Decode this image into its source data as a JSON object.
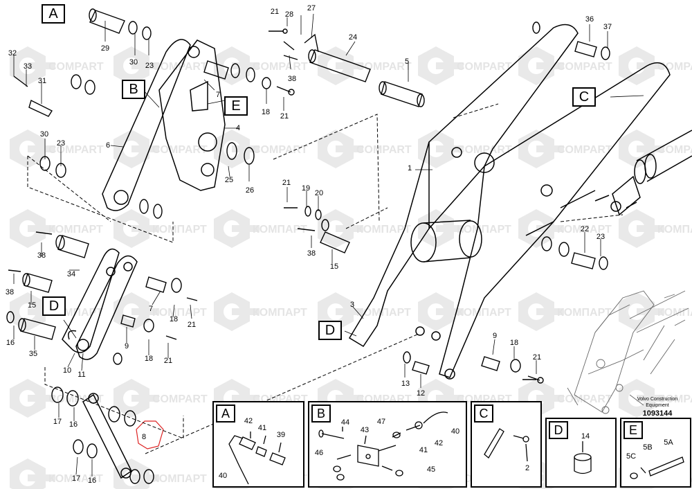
{
  "watermark": {
    "latin": "COMPART",
    "cyrillic": "КОМПАРТ"
  },
  "callouts": {
    "A": "A",
    "B": "B",
    "C": "C",
    "D": "D",
    "E": "E"
  },
  "part_numbers": {
    "n1": "1",
    "n2": "2",
    "n3": "3",
    "n4": "4",
    "n5": "5",
    "n5A": "5A",
    "n5B": "5B",
    "n5C": "5C",
    "n6": "6",
    "n7": "7",
    "n8": "8",
    "n9": "9",
    "n10": "10",
    "n11": "11",
    "n12": "12",
    "n13": "13",
    "n14": "14",
    "n15": "15",
    "n16": "16",
    "n17": "17",
    "n18": "18",
    "n19": "19",
    "n20": "20",
    "n21": "21",
    "n22": "22",
    "n23": "23",
    "n24": "24",
    "n25": "25",
    "n26": "26",
    "n27": "27",
    "n28": "28",
    "n29": "29",
    "n30": "30",
    "n31": "31",
    "n32": "32",
    "n33": "33",
    "n34": "34",
    "n35": "35",
    "n36": "36",
    "n37": "37",
    "n38": "38",
    "n39": "39",
    "n40": "40",
    "n41": "41",
    "n42": "42",
    "n43": "43",
    "n44": "44",
    "n45": "45",
    "n46": "46",
    "n47": "47"
  },
  "caption": {
    "line1": "Volvo Construction",
    "line2": "Equipment",
    "drawing_no": "1093144"
  }
}
